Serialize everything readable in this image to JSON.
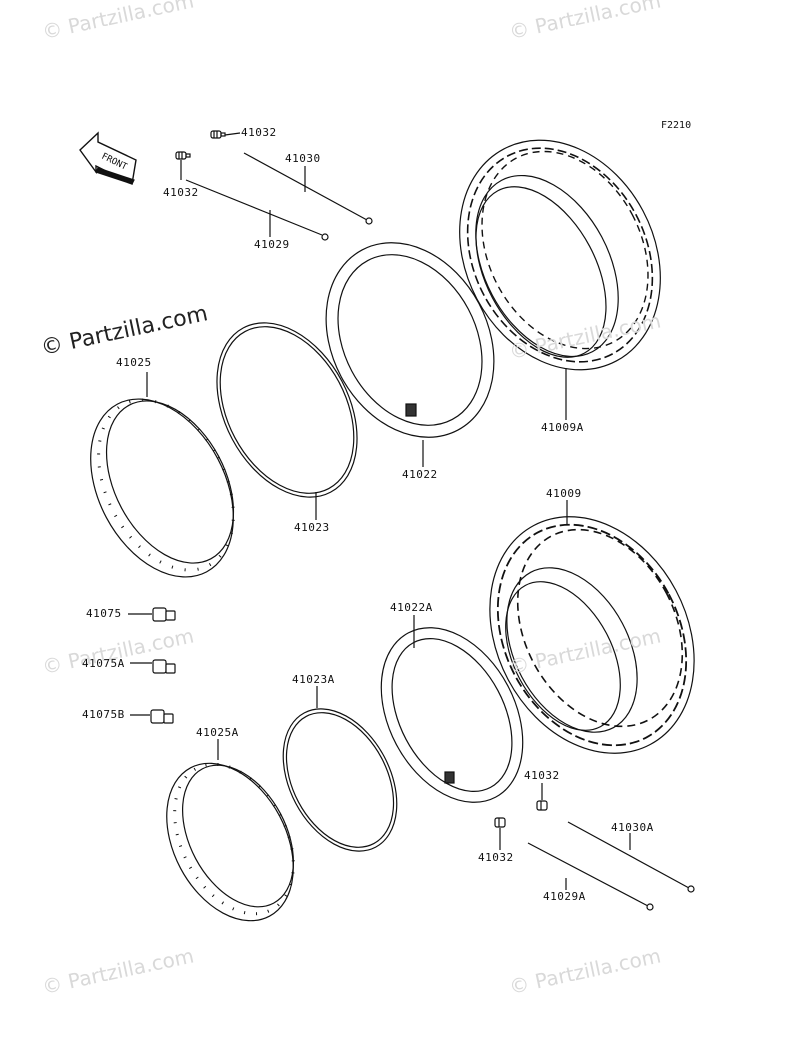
{
  "figure_code": "F2210",
  "front_badge": "FRONT",
  "watermark": {
    "main": "© Partzilla.com",
    "repeat": "© Partzilla.com"
  },
  "parts": {
    "p41032_top": "41032",
    "p41030": "41030",
    "p41032_left": "41032",
    "p41029": "41029",
    "p41025": "41025",
    "p41009A": "41009A",
    "p41022": "41022",
    "p41023": "41023",
    "p41009": "41009",
    "p41075": "41075",
    "p41022A": "41022A",
    "p41075A": "41075A",
    "p41023A": "41023A",
    "p41075B": "41075B",
    "p41025A": "41025A",
    "p41032_r1": "41032",
    "p41030A": "41030A",
    "p41032_r2": "41032",
    "p41029A": "41029A"
  }
}
